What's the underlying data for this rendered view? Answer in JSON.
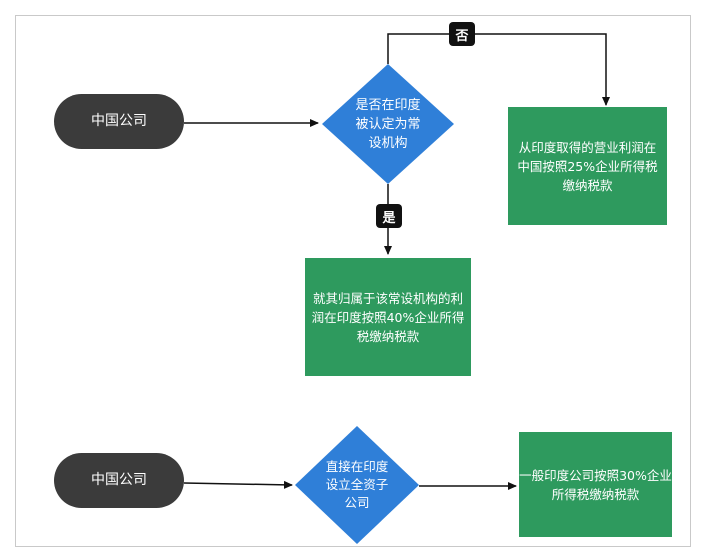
{
  "diagram1": {
    "start": "中国公司",
    "decision": "是否在印度\n被认定为常\n设机构",
    "no_label": "否",
    "yes_label": "是",
    "no_result": "从印度取得的营业利润在\n中国按照25%企业所得税\n缴纳税款",
    "yes_result": "就其归属于该常设机构的利\n润在印度按照40%企业所得\n税缴纳税款"
  },
  "diagram2": {
    "start": "中国公司",
    "decision": "直接在印度\n设立全资子\n公司",
    "result": "一般印度公司按照30%企业\n所得税缴纳税款"
  },
  "colors": {
    "terminal": "#3b3b3b",
    "decision": "#2f7fd8",
    "process": "#2e9a5e",
    "connector": "#111111"
  }
}
